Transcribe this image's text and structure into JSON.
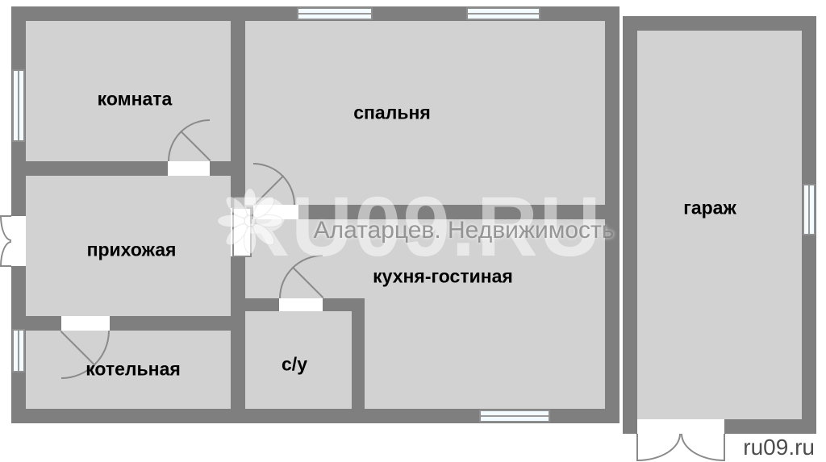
{
  "colors": {
    "wall": "#7f7f7f",
    "room_fill": "#d2d2d2",
    "window_fill": "#f4fbfe",
    "line": "#8a8a8a",
    "background": "#ffffff",
    "label_text": "#000000"
  },
  "rooms": [
    {
      "id": "komnata",
      "label": "комната"
    },
    {
      "id": "spalnya",
      "label": "спальня"
    },
    {
      "id": "garazh",
      "label": "гараж"
    },
    {
      "id": "prihozhaya",
      "label": "прихожая"
    },
    {
      "id": "kuhnya_gostinaya",
      "label": "кухня-гостиная"
    },
    {
      "id": "kotelnaya",
      "label": "котельная"
    },
    {
      "id": "su",
      "label": "с/у"
    }
  ],
  "watermark": {
    "brand_large": "RU09.RU",
    "brand_small": "Алатарцев. Недвижимость",
    "logo_icon": "flower-icon"
  },
  "footer": {
    "site": "ru09.ru"
  }
}
